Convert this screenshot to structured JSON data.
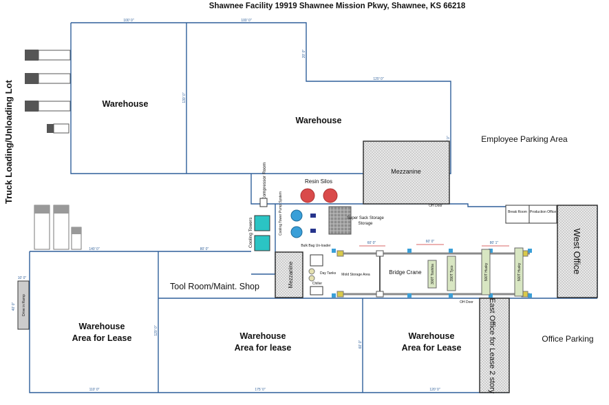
{
  "header": {
    "title": "Shawnee Facility 19919 Shawnee Mission Pkwy, Shawnee, KS 66218"
  },
  "side_label": "Truck Loading/Unloading Lot",
  "rooms": {
    "warehouse_nw": "Warehouse",
    "warehouse_n": "Warehouse",
    "mezzanine_north": "Mezzanine",
    "mezzanine_west": "Mezzanine",
    "resin_silos": "Resin Silos",
    "air_compressor": "Air Compressor Room",
    "cooling_towers": "Cooling Towers",
    "cooling_tower_pump": "Cooling Tower Pump System",
    "super_sack": "Super Sack Storage",
    "bulk_bag": "Bulk Bag Un-loader",
    "day_tanks": "Day Tanks",
    "chiller": "Chiller",
    "mold_storage": "Mold Storage Area",
    "bridge_crane": "Bridge Crane",
    "tool_room": "Tool Room/Maint. Shop",
    "break_room": "Break Room",
    "production_office": "Production Office",
    "west_office": "West Office",
    "east_office": "East Office for Lease 2 story",
    "lease_west_1": "Warehouse",
    "lease_west_2": "Area for Lease",
    "lease_mid_1": "Warehouse",
    "lease_mid_2": "Area for lease",
    "lease_east_1": "Warehouse",
    "lease_east_2": "Area for Lease",
    "drive_in_ramp": "Drive in Ramp"
  },
  "areas": {
    "employee_parking": "Employee Parking Area",
    "office_parking": "Office Parking"
  },
  "doors": {
    "oh_door_top": "OH Door",
    "oh_door_bottom": "OH Door"
  },
  "presses": [
    {
      "label": "300T Toshiba"
    },
    {
      "label": "390T Tyco"
    },
    {
      "label": "500T Husky"
    },
    {
      "label": "500T Husky"
    }
  ],
  "dimensions": {
    "top_left": "100' 0\"",
    "top_mid": "100' 0\"",
    "mid_right": "120' 0\"",
    "vert_wall": "130' 0\"",
    "vert_right": "20' 0\"",
    "vert_right2": "100' 0\"",
    "left_wall": "140' 0\"",
    "tool_room": "80' 0\"",
    "crane_1": "60' 0\"",
    "crane_2": "60' 0\"",
    "crane_3": "80' 1\"",
    "ramp_w": "10' 0\"",
    "ramp_h": "40' 0\"",
    "lease_vert": "120' 0\"",
    "lease_vert2": "60' 0\"",
    "bottom_1": "110' 0\"",
    "bottom_2": "175' 0\"",
    "bottom_3": "120' 0\""
  }
}
